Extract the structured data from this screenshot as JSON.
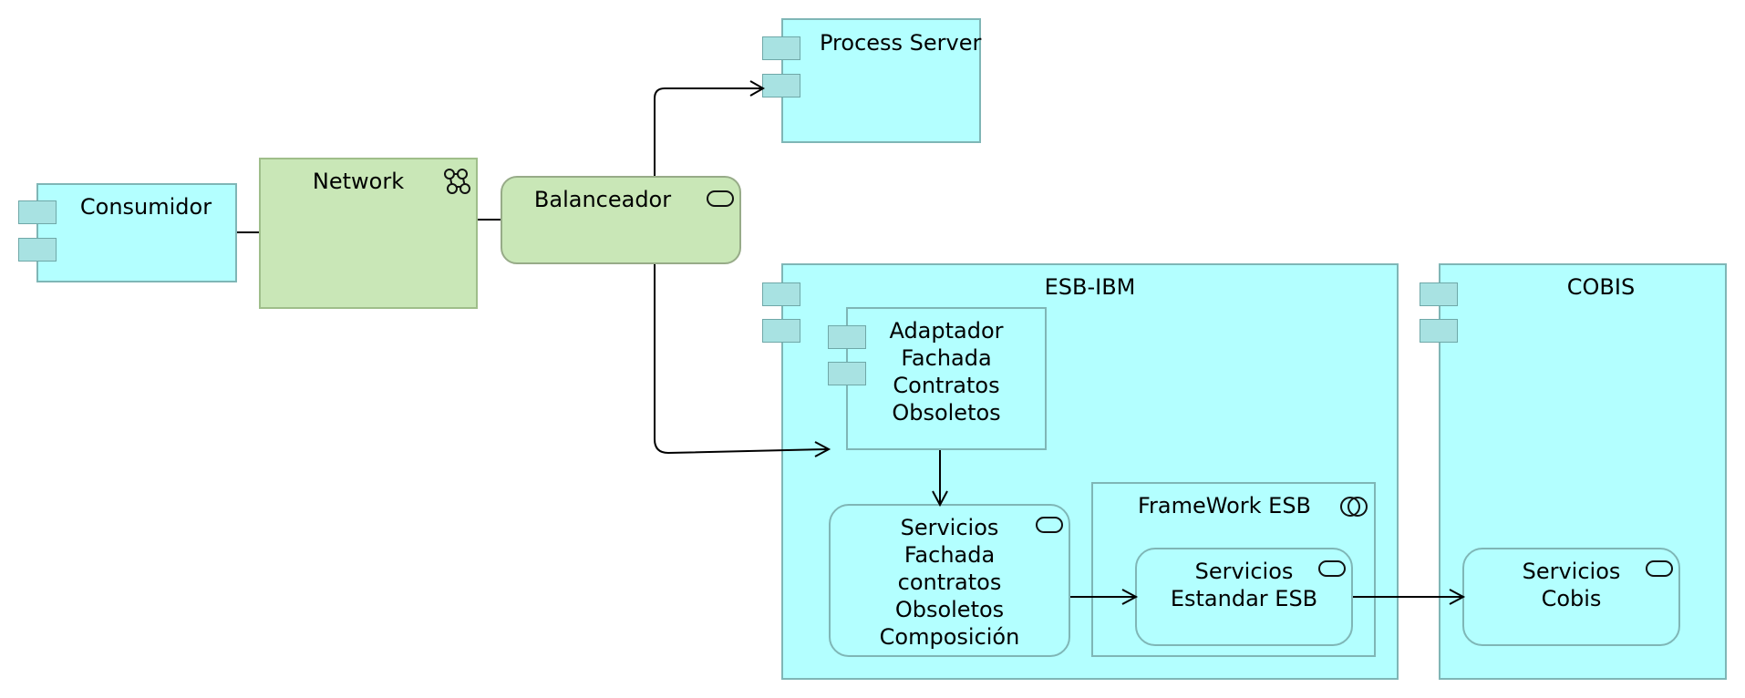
{
  "nodes": {
    "consumidor": "Consumidor",
    "network": "Network",
    "balanceador": "Balanceador",
    "process_server": "Process Server",
    "esb_ibm": "ESB-IBM",
    "cobis": "COBIS",
    "adaptador": [
      "Adaptador",
      "Fachada",
      "Contratos",
      "Obsoletos"
    ],
    "servicios_fachada": [
      "Servicios",
      "Fachada",
      "contratos",
      "Obsoletos",
      "Composición"
    ],
    "framework_esb": "FrameWork ESB",
    "servicios_estandar": [
      "Servicios",
      "Estandar ESB"
    ],
    "servicios_cobis": [
      "Servicios",
      "Cobis"
    ]
  },
  "icons": {
    "network": "network-icon",
    "service": "service-icon",
    "collaboration": "collaboration-icon",
    "component": "component-icon"
  },
  "colors": {
    "application_fill": "#b3ffff",
    "technology_fill": "#c9e7b7",
    "border": "#7fb6b6",
    "line": "#000000"
  }
}
